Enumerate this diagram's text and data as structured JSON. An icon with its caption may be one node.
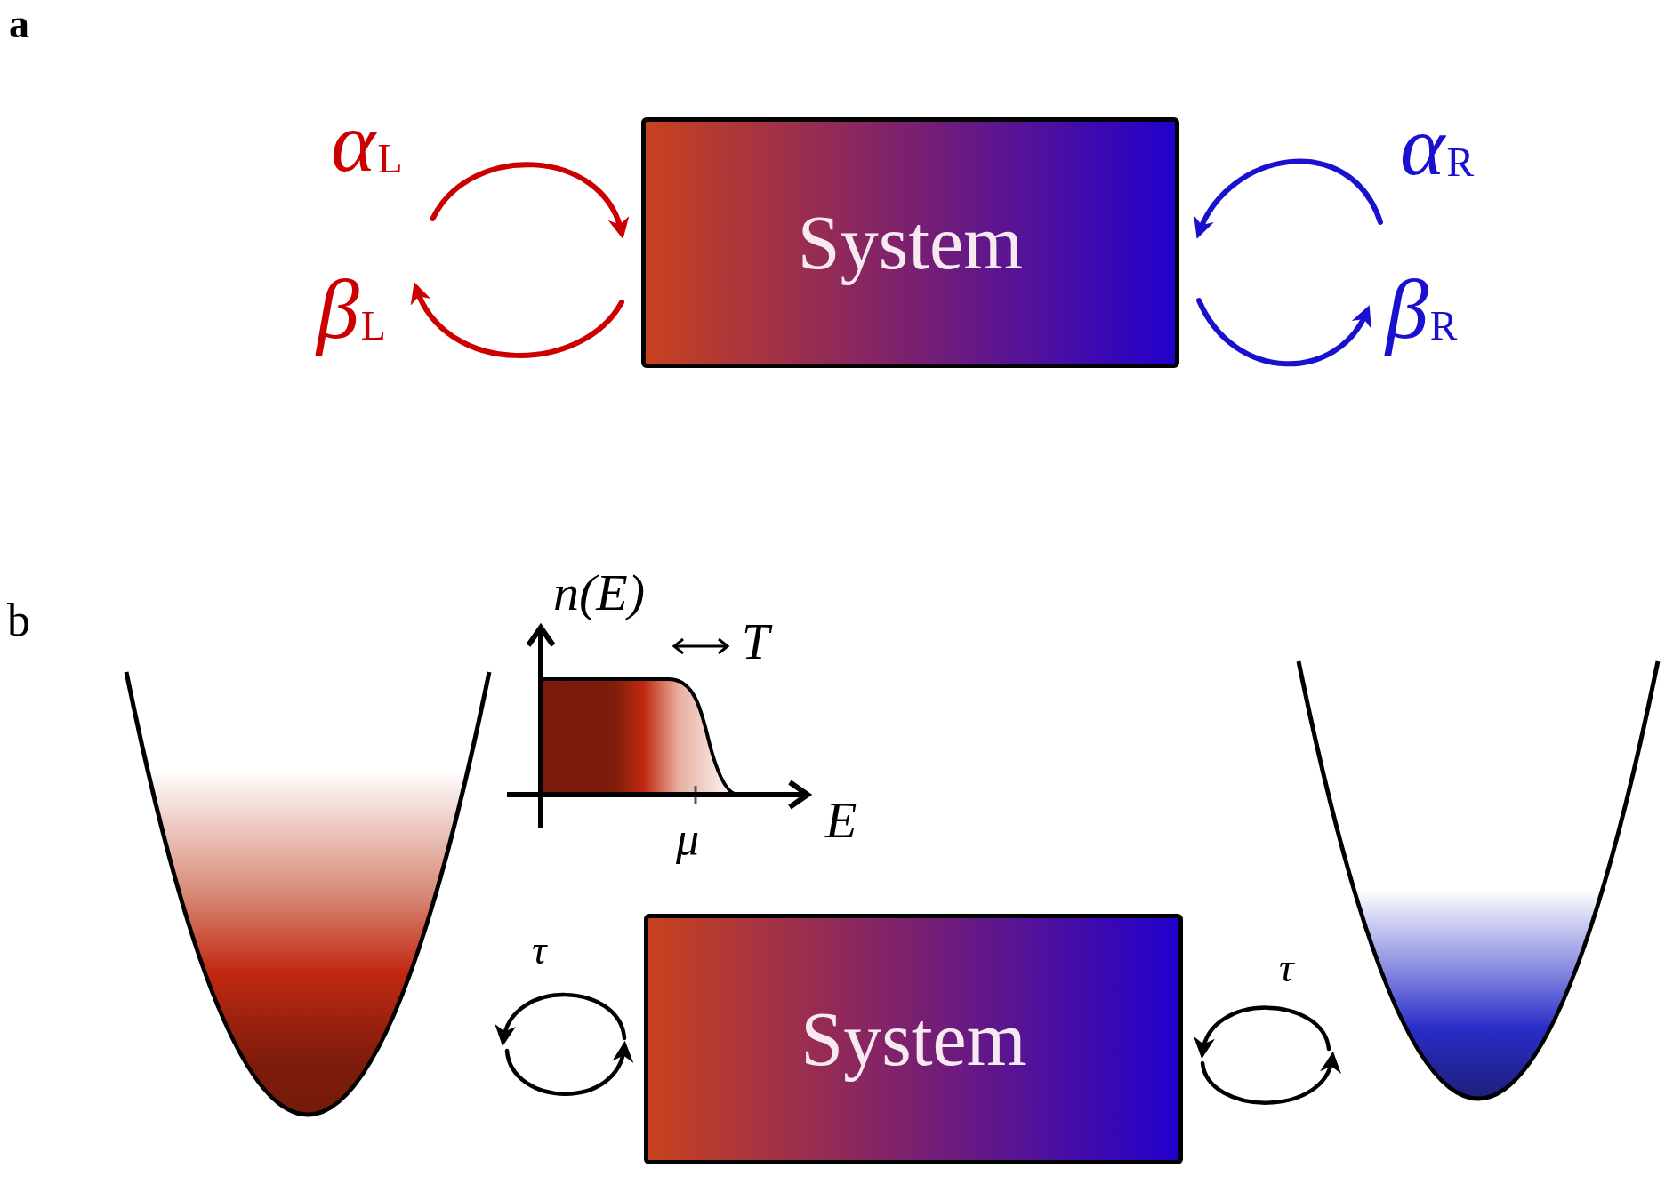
{
  "diagram": {
    "nodes": [
      {
        "text": [
          "α$_{L}$"
        ]
      },
      {
        "text": [
          "β$_{L}$"
        ]
      },
      {
        "text": [
          "System"
        ]
      },
      {
        "text": [
          "α$_{R}$"
        ]
      },
      {
        "text": [
          "β$_{R}$"
        ]
      },
      {
        "text": [],
        "shape": "bowl"
      },
      {
        "text": [
          "System"
        ]
      },
      {
        "text": [],
        "shape": "bowl"
      }
    ],
    "edges": [
      {
        "from": 0,
        "to": 2,
        "arrow": "to",
        "color": "#cc0000"
      },
      {
        "from": 2,
        "to": 1,
        "arrow": "to",
        "color": "#cc0000"
      },
      {
        "from": 3,
        "to": 2,
        "arrow": "to",
        "color": "#1a10d0"
      },
      {
        "from": 2,
        "to": 4,
        "arrow": "to",
        "color": "#1a10d0"
      },
      {
        "from": 6,
        "to": 5,
        "arrow": "to",
        "label": "τ"
      },
      {
        "from": 5,
        "to": 6,
        "arrow": "to"
      },
      {
        "from": 7,
        "to": 6,
        "arrow": "to",
        "label": "τ"
      },
      {
        "from": 6,
        "to": 7,
        "arrow": "to"
      }
    ],
    "labels": [
      "a",
      "n(E)",
      "b",
      "T",
      "E",
      "μ"
    ]
  }
}
